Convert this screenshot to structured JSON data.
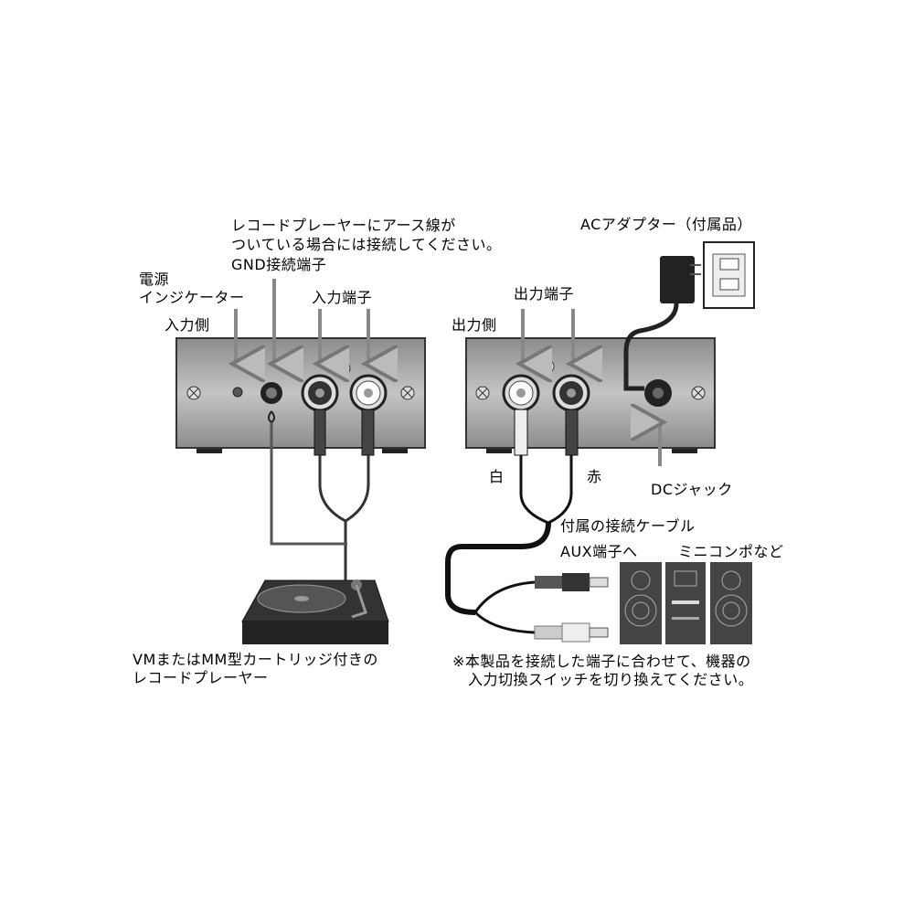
{
  "labels": {
    "ground_note_line1": "レコードプレーヤーにアース線が",
    "ground_note_line2": "ついている場合には接続してください。",
    "gnd_terminal": "GND接続端子",
    "power_indicator_line1": "電源",
    "power_indicator_line2": "インジケーター",
    "input_side": "入力側",
    "input_terminals": "入力端子",
    "output_side": "出力側",
    "output_terminals": "出力端子",
    "ac_adapter": "ACアダプター（付属品）",
    "white": "白",
    "red": "赤",
    "dc_jack": "DCジャック",
    "included_cable": "付属の接続ケーブル",
    "to_aux": "AUX端子へ",
    "mini_component": "ミニコンポなど",
    "player_line1": "VMまたはMM型カートリッジ付きの",
    "player_line2": "レコードプレーヤー",
    "note_line1": "※本製品を接続した端子に合わせて、機器の",
    "note_line2": "入力切換スイッチを切り換えてください。"
  },
  "colors": {
    "panel": "#a8a8a8",
    "dark": "#3a3a3a",
    "cable": "#111111"
  }
}
